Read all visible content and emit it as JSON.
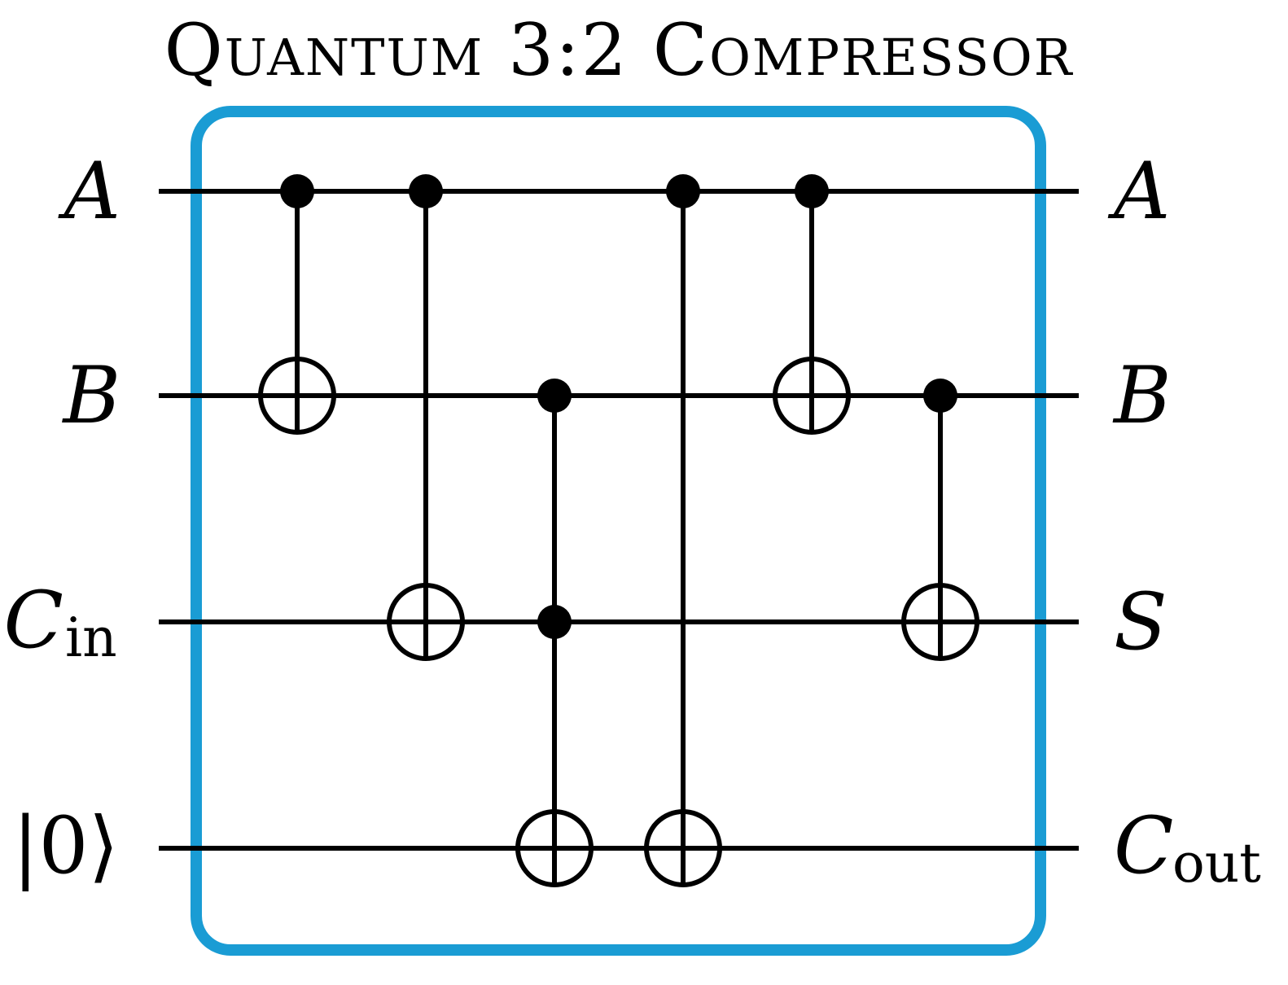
{
  "title": "Quantum 3:2 Compressor",
  "frame_color": "#1a9cd4",
  "inputs": [
    {
      "main": "A",
      "sub": ""
    },
    {
      "main": "B",
      "sub": ""
    },
    {
      "main": "C",
      "sub": "in"
    },
    {
      "ket": "|0⟩"
    }
  ],
  "outputs": [
    {
      "main": "A",
      "sub": ""
    },
    {
      "main": "B",
      "sub": ""
    },
    {
      "main": "S",
      "sub": ""
    },
    {
      "main": "C",
      "sub": "out"
    }
  ],
  "gates": [
    {
      "type": "cnot",
      "controls": [
        0
      ],
      "target": 1
    },
    {
      "type": "cnot",
      "controls": [
        0
      ],
      "target": 2
    },
    {
      "type": "toffoli",
      "controls": [
        1,
        2
      ],
      "target": 3
    },
    {
      "type": "cnot",
      "controls": [
        0
      ],
      "target": 3
    },
    {
      "type": "cnot",
      "controls": [
        0
      ],
      "target": 1
    },
    {
      "type": "cnot",
      "controls": [
        1
      ],
      "target": 2
    }
  ]
}
